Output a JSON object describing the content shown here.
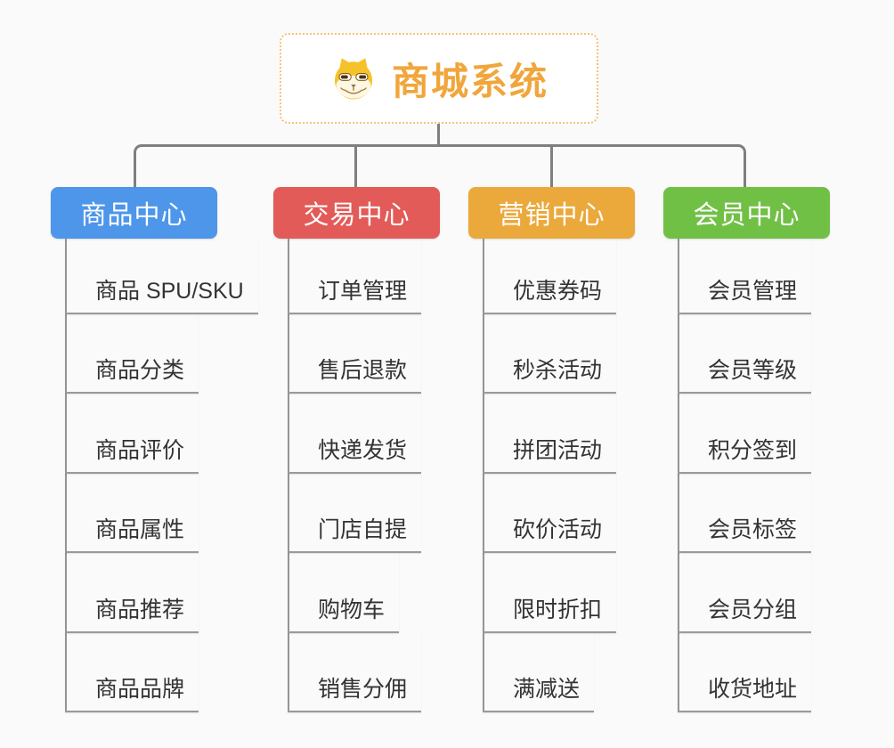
{
  "page": {
    "background_color": "#fafafa",
    "connector_color": "#7f7f7f",
    "item_line_color": "#9a9a9a",
    "item_text_color": "#333333"
  },
  "root": {
    "title": "商城系统",
    "icon": "doge-dog-face",
    "text_color": "#f0a63c",
    "border_color": "#f5c377",
    "background": "#ffffff"
  },
  "branches": [
    {
      "label": "商品中心",
      "color": "#4d96e9",
      "items": [
        "商品 SPU/SKU",
        "商品分类",
        "商品评价",
        "商品属性",
        "商品推荐",
        "商品品牌"
      ]
    },
    {
      "label": "交易中心",
      "color": "#e25b58",
      "items": [
        "订单管理",
        "售后退款",
        "快递发货",
        "门店自提",
        "购物车",
        "销售分佣"
      ]
    },
    {
      "label": "营销中心",
      "color": "#eba93c",
      "items": [
        "优惠券码",
        "秒杀活动",
        "拼团活动",
        "砍价活动",
        "限时折扣",
        "满减送"
      ]
    },
    {
      "label": "会员中心",
      "color": "#71c046",
      "items": [
        "会员管理",
        "会员等级",
        "积分签到",
        "会员标签",
        "会员分组",
        "收货地址"
      ]
    }
  ]
}
